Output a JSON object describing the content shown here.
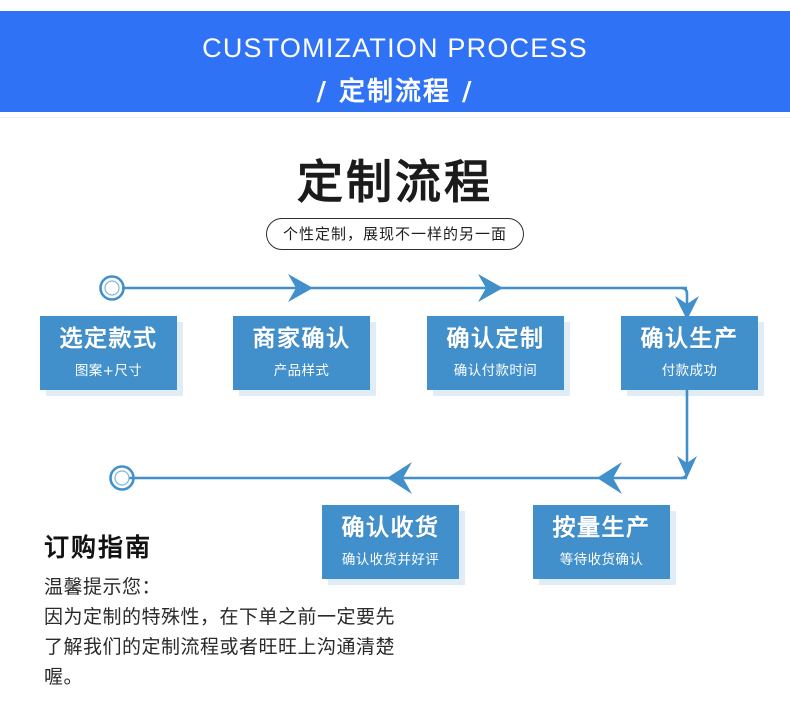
{
  "banner": {
    "english_title": "CUSTOMIZATION PROCESS",
    "chinese_title": "/ 定制流程 /",
    "background_color": "#2f72f5",
    "text_color": "#ffffff"
  },
  "section": {
    "title": "定制流程",
    "subtitle": "个性定制，展现不一样的另一面"
  },
  "flow": {
    "accent_color": "#4190cc",
    "box_text_color": "#ffffff",
    "top_row": [
      {
        "title": "选定款式",
        "subtitle": "图案+尺寸"
      },
      {
        "title": "商家确认",
        "subtitle": "产品样式"
      },
      {
        "title": "确认定制",
        "subtitle": "确认付款时间"
      },
      {
        "title": "确认生产",
        "subtitle": "付款成功"
      }
    ],
    "bottom_row": [
      {
        "title": "确认收货",
        "subtitle": "确认收货并好评"
      },
      {
        "title": "按量生产",
        "subtitle": "等待收货确认"
      }
    ],
    "markers": [
      {
        "name": "start-node",
        "shape": "ring"
      },
      {
        "name": "end-node",
        "shape": "ring"
      }
    ],
    "arrows": [
      {
        "name": "arrow-right-1",
        "direction": "right"
      },
      {
        "name": "arrow-right-2",
        "direction": "right"
      },
      {
        "name": "arrow-down-1",
        "direction": "down"
      },
      {
        "name": "arrow-down-2",
        "direction": "down"
      },
      {
        "name": "arrow-left-1",
        "direction": "left"
      },
      {
        "name": "arrow-left-2",
        "direction": "left"
      }
    ]
  },
  "guide": {
    "heading": "订购指南",
    "line1": "温馨提示您：",
    "line2": "因为定制的特殊性，在下单之前一定要先",
    "line3": "了解我们的定制流程或者旺旺上沟通清楚",
    "line4": "喔。"
  }
}
